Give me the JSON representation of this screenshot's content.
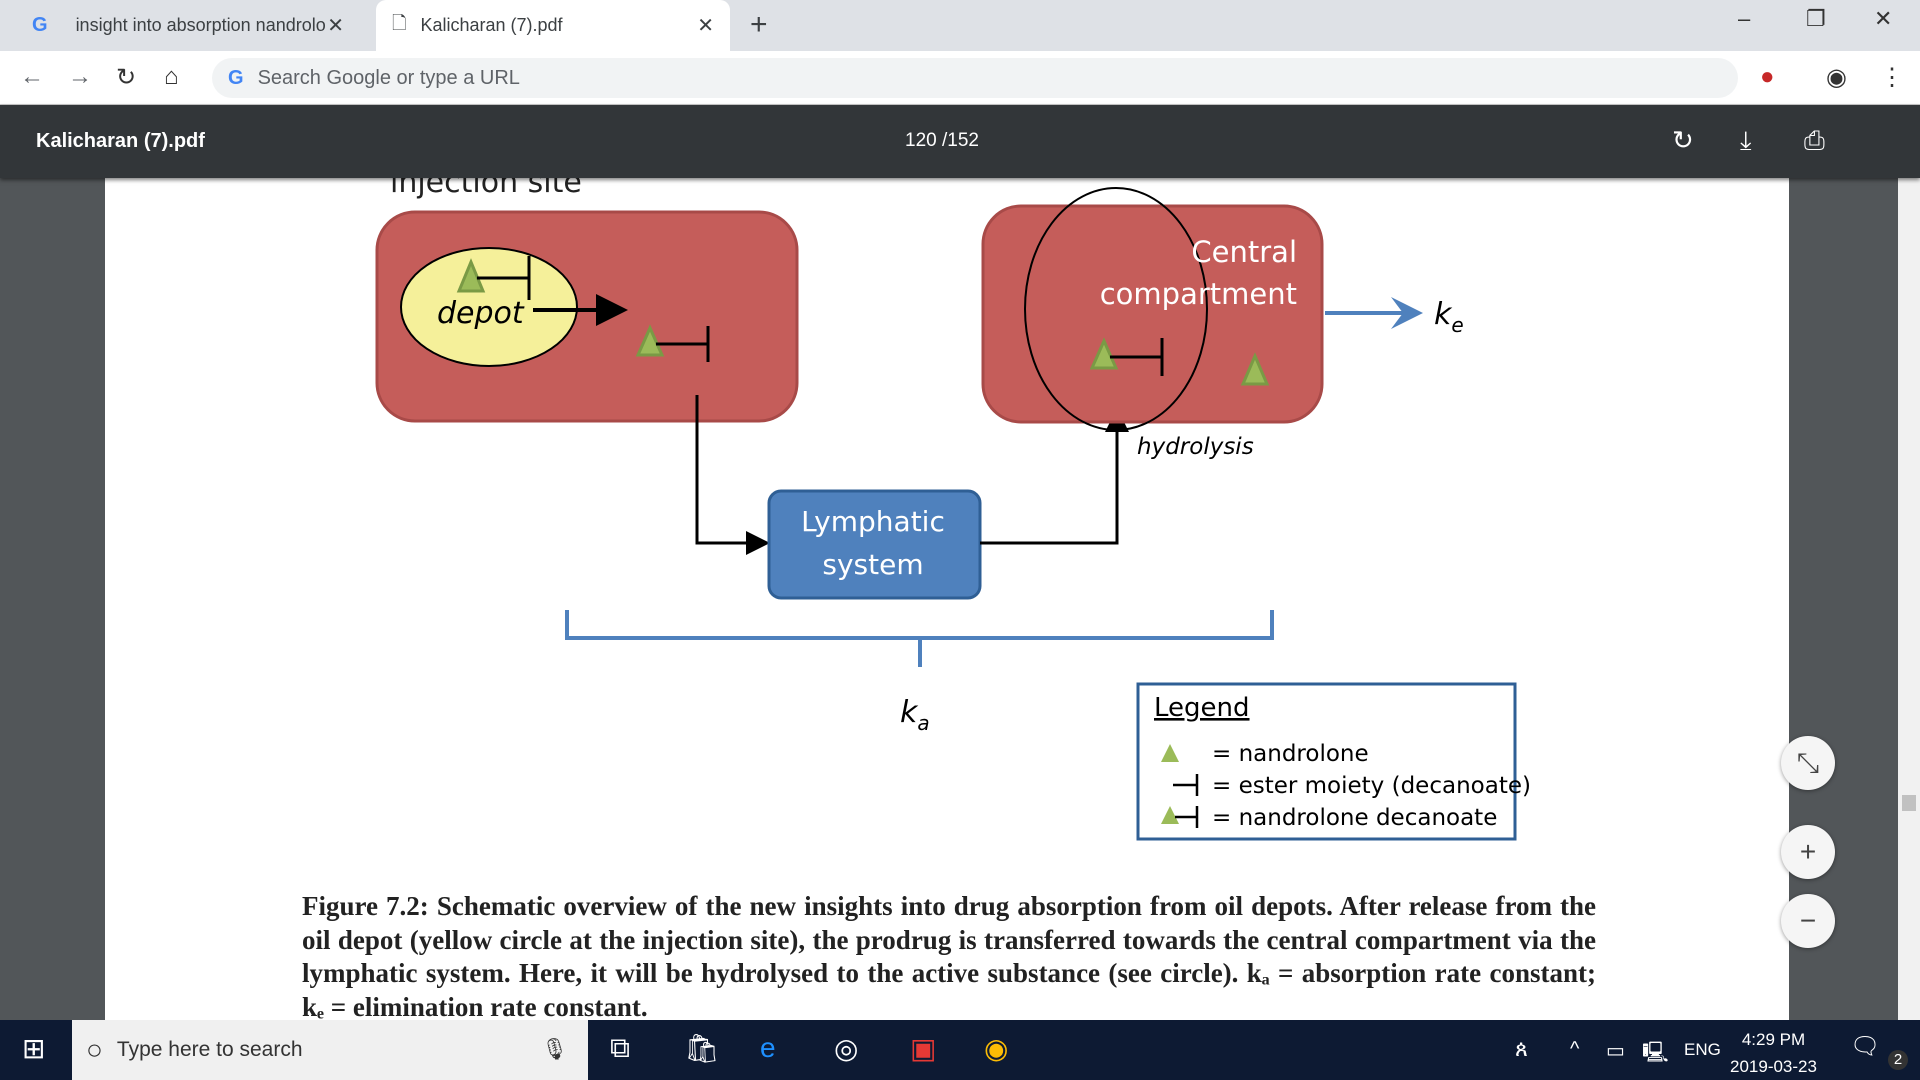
{
  "tabs": [
    {
      "label": "insight into absorption nandrolone",
      "icon": "google-icon"
    },
    {
      "label": "Kalicharan (7).pdf",
      "icon": "file-icon"
    }
  ],
  "toolbar": {
    "omnibox_placeholder": "Search Google or type a URL"
  },
  "pdf": {
    "title": "Kalicharan (7).pdf",
    "page_indicator": "120 /152"
  },
  "diagram": {
    "injection_site": "injection site",
    "depot": "depot",
    "central_1": "Central",
    "central_2": "compartment",
    "ke": "k",
    "ke_sub": "e",
    "hydrolysis": "hydrolysis",
    "lymph_1": "Lymphatic",
    "lymph_2": "system",
    "ka": "k",
    "ka_sub": "a",
    "legend": {
      "title": "Legend",
      "items": [
        "= nandrolone",
        "= ester moiety (decanoate)",
        "= nandrolone decanoate"
      ]
    },
    "colors": {
      "compartment": "#c0504d",
      "depot": "#f5f09a",
      "lymph": "#4f81bd",
      "triangle": "#9bbb59"
    }
  },
  "caption": "Figure 7.2: Schematic overview of the new insights into drug absorption from oil depots. After release from the oil depot (yellow circle at the injection site), the prodrug is transferred towards the central compartment via the lymphatic system. Here, it will be hydrolysed to the active substance (see circle). kₐ = absorption rate constant; kₑ = elimination rate constant.",
  "taskbar": {
    "search_placeholder": "Type here to search",
    "lang": "ENG",
    "time": "4:29 PM",
    "date": "2019-03-23",
    "notifications": "2"
  }
}
